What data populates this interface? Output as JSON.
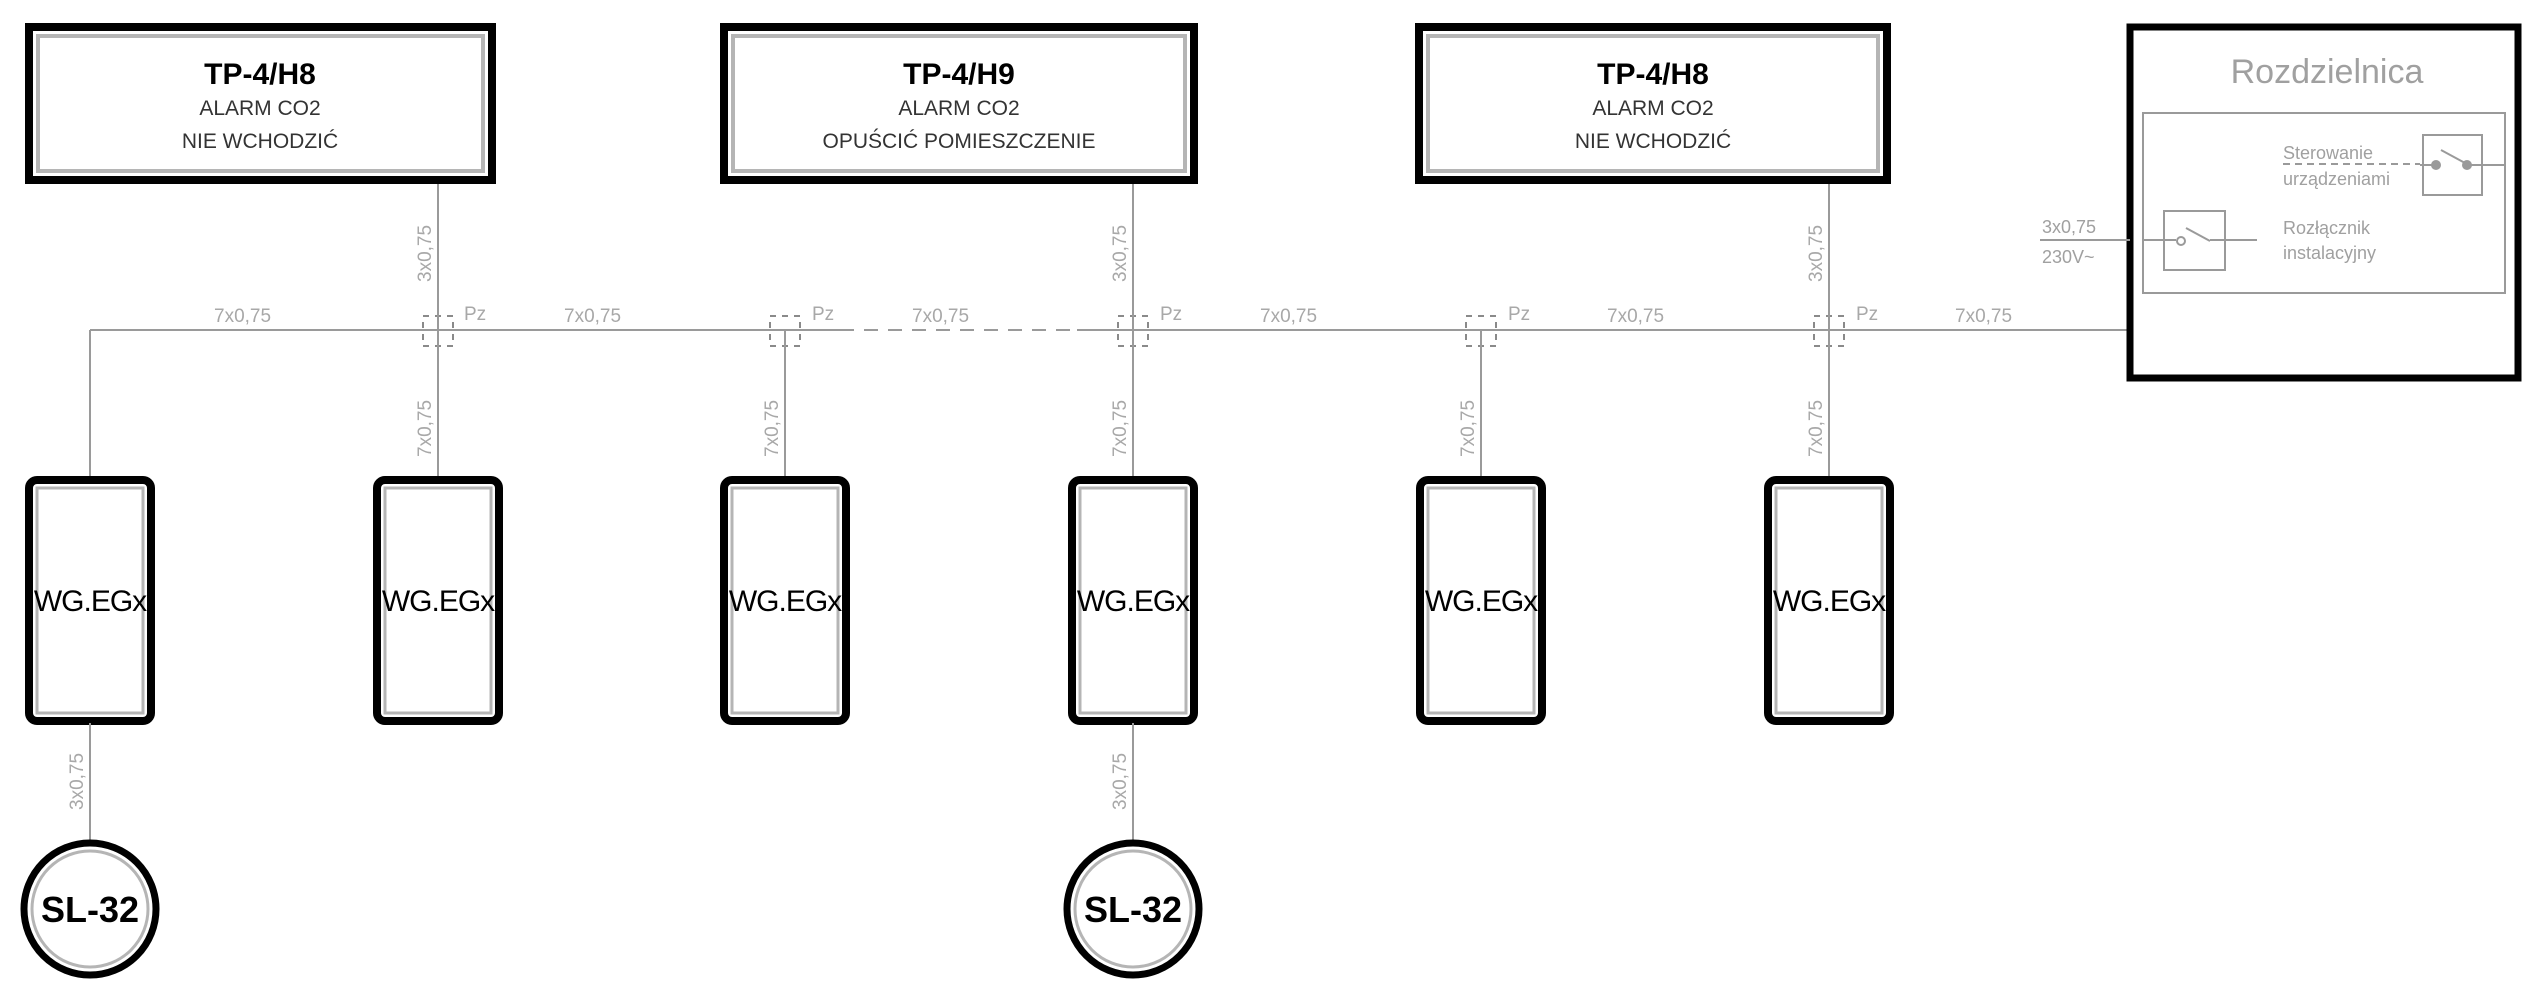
{
  "tp_panels": [
    {
      "id": "TP-4/H8",
      "line1": "ALARM CO2",
      "line2": "NIE WCHODZIĆ",
      "cable": "3x0,75"
    },
    {
      "id": "TP-4/H9",
      "line1": "ALARM CO2",
      "line2": "OPUŚCIĆ POMIESZCZENIE",
      "cable": "3x0,75"
    },
    {
      "id": "TP-4/H8",
      "line1": "ALARM CO2",
      "line2": "NIE WCHODZIĆ",
      "cable": "3x0,75"
    }
  ],
  "bus": {
    "segment_labels": [
      "7x0,75",
      "7x0,75",
      "7x0,75",
      "7x0,75",
      "7x0,75",
      "7x0,75"
    ],
    "junction_label": "Pz"
  },
  "detectors": [
    {
      "label": "WG.EGx",
      "cable": ""
    },
    {
      "label": "WG.EGx",
      "cable": "7x0,75"
    },
    {
      "label": "WG.EGx",
      "cable": "7x0,75"
    },
    {
      "label": "WG.EGx",
      "cable": "7x0,75"
    },
    {
      "label": "WG.EGx",
      "cable": "7x0,75"
    },
    {
      "label": "WG.EGx",
      "cable": "7x0,75"
    }
  ],
  "sirens": [
    {
      "label": "SL-32",
      "cable": "3x0,75"
    },
    {
      "label": "SL-32",
      "cable": "3x0,75"
    }
  ],
  "switchboard": {
    "title": "Rozdzielnica",
    "control_label_1": "Sterowanie",
    "control_label_2": "urządzeniami",
    "disconnector_label_1": "Rozłącznik",
    "disconnector_label_2": "instalacyjny",
    "supply_cable": "3x0,75",
    "supply_voltage": "230V~"
  }
}
